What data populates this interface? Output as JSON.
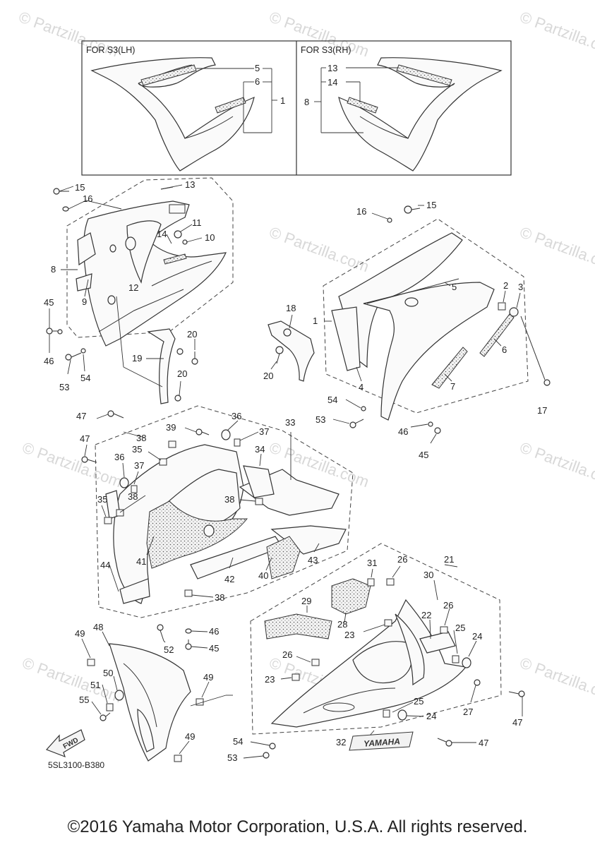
{
  "box_labels": {
    "lh": "FOR S3(LH)",
    "rh": "FOR S3(RH)"
  },
  "diagram_code": "5SL3100-B380",
  "fwd_label": "FWD",
  "brand_label": "YAMAHA",
  "watermark": "© Partzilla.com",
  "copyright": "©2016 Yamaha Motor Corporation, U.S.A. All rights reserved."
}
